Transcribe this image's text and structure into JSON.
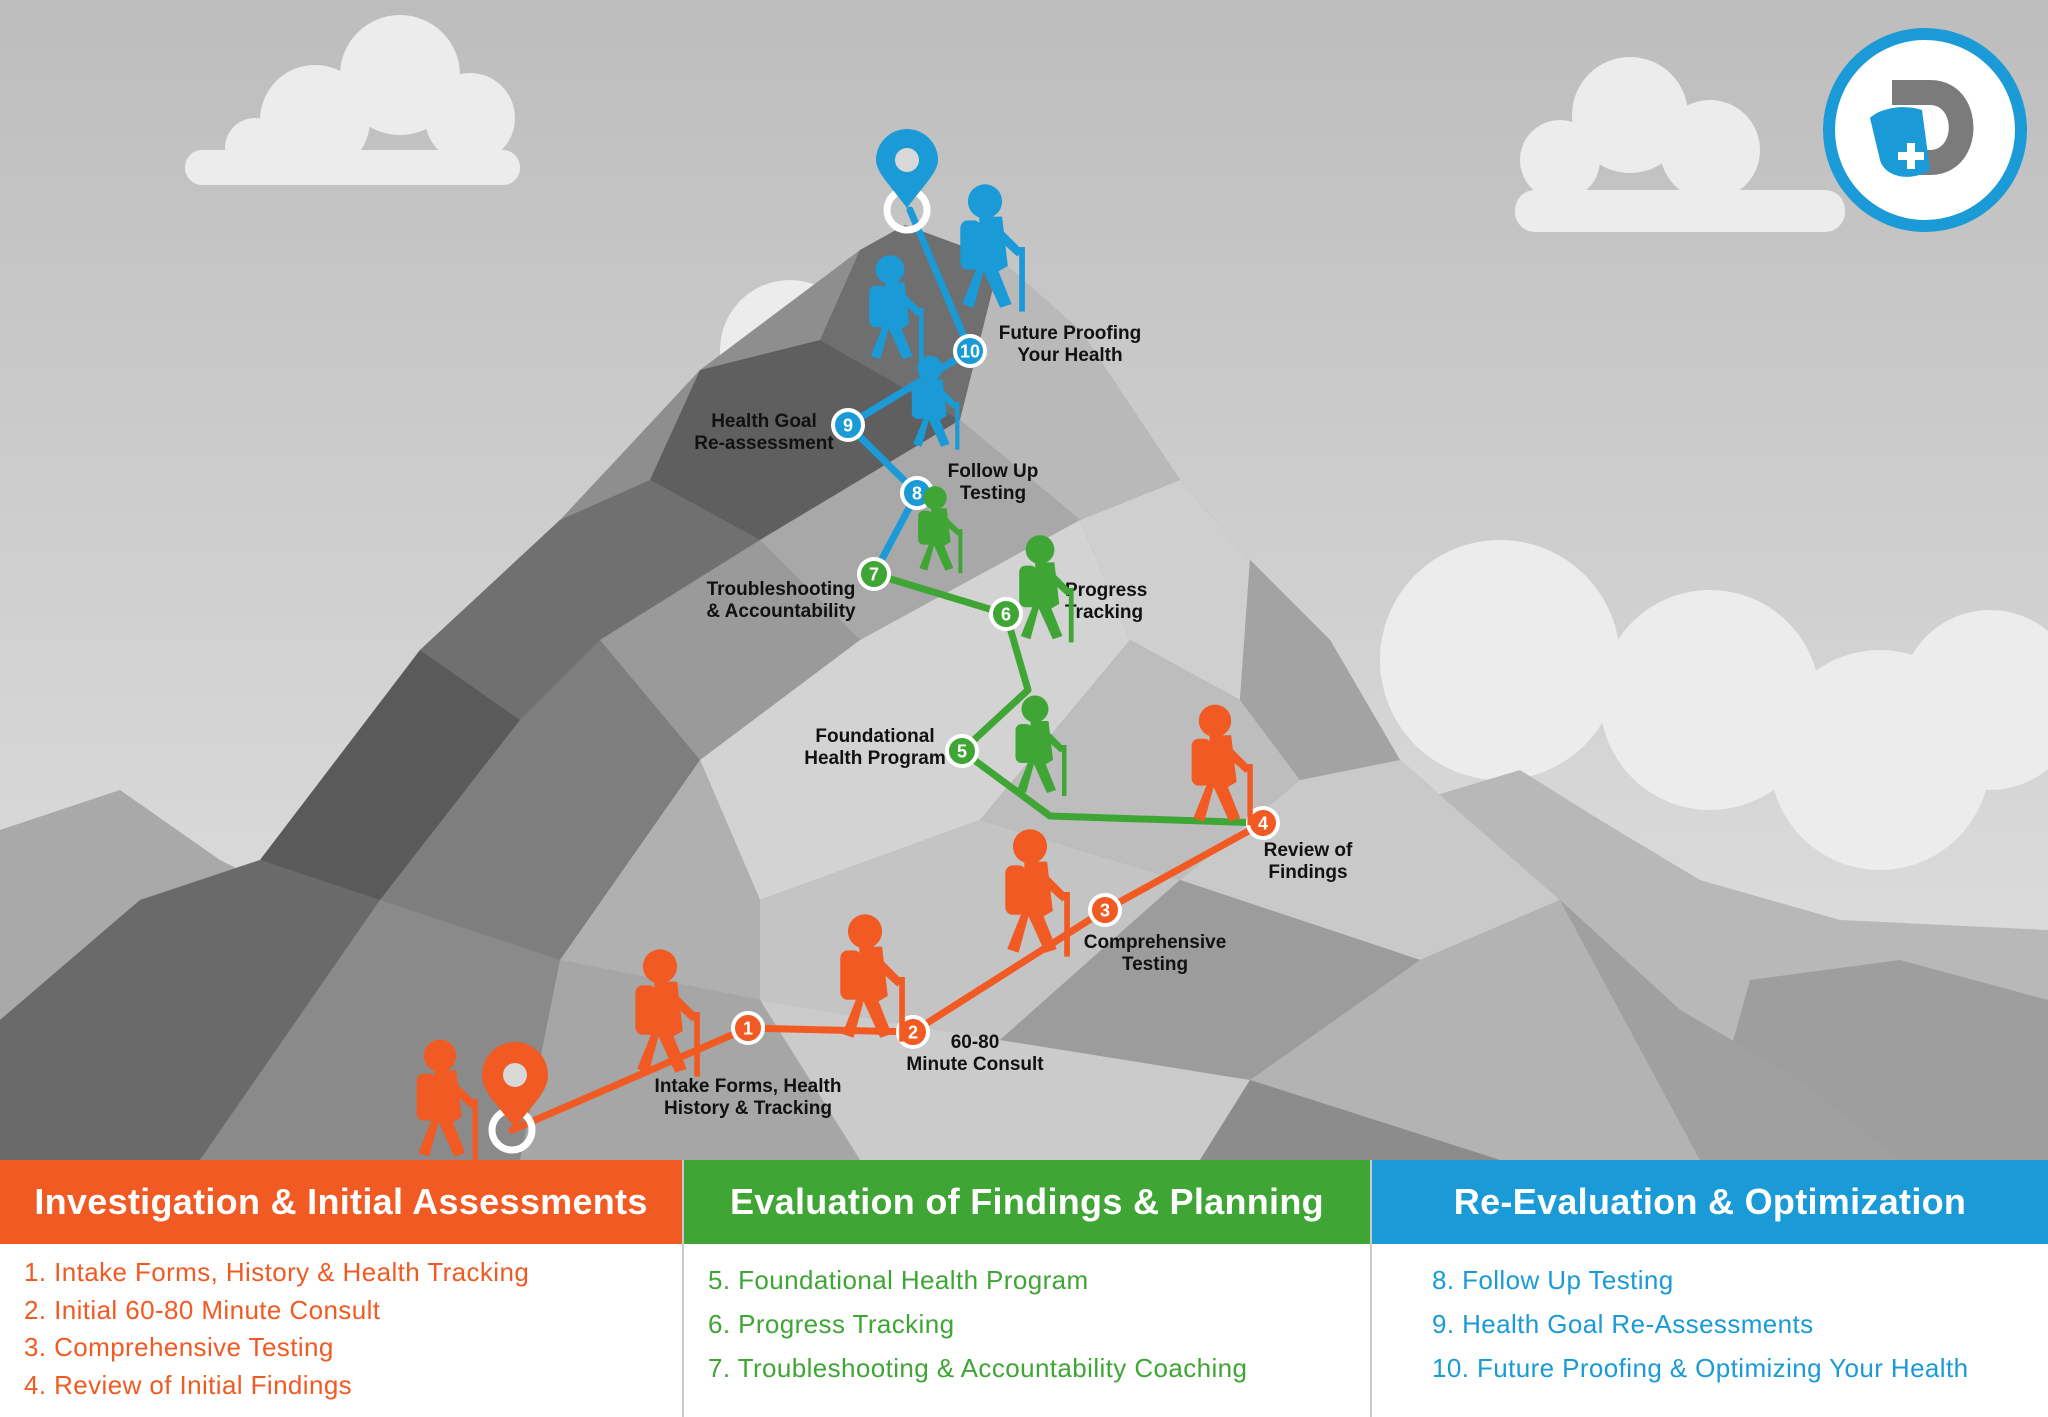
{
  "colors": {
    "orange": "#f15a22",
    "green": "#3fa535",
    "blue": "#1a9ad6",
    "label_text": "#111111"
  },
  "logo": {
    "icon": "d-plus-logo-icon",
    "ring_color": "#1a9ad6"
  },
  "map": {
    "start_pin_icon": "location-pin-icon",
    "summit_pin_icon": "location-pin-icon",
    "hiker_icon": "hiker-icon"
  },
  "steps": [
    {
      "num": "1",
      "phase": "orange",
      "lines": [
        "Intake Forms, Health",
        "History & Tracking"
      ]
    },
    {
      "num": "2",
      "phase": "orange",
      "lines": [
        "60-80",
        "Minute Consult"
      ]
    },
    {
      "num": "3",
      "phase": "orange",
      "lines": [
        "Comprehensive",
        "Testing"
      ]
    },
    {
      "num": "4",
      "phase": "orange",
      "lines": [
        "Review of",
        "Findings"
      ]
    },
    {
      "num": "5",
      "phase": "green",
      "lines": [
        "Foundational",
        "Health Program"
      ]
    },
    {
      "num": "6",
      "phase": "green",
      "lines": [
        "Progress",
        "Tracking"
      ]
    },
    {
      "num": "7",
      "phase": "green",
      "lines": [
        "Troubleshooting",
        "& Accountability"
      ]
    },
    {
      "num": "8",
      "phase": "blue",
      "lines": [
        "Follow Up",
        "Testing"
      ]
    },
    {
      "num": "9",
      "phase": "blue",
      "lines": [
        "Health Goal",
        "Re-assessment"
      ]
    },
    {
      "num": "10",
      "phase": "blue",
      "lines": [
        "Future Proofing",
        "Your Health"
      ]
    }
  ],
  "panels": [
    {
      "title": "Investigation & Initial Assessments",
      "items": [
        "1. Intake Forms, History & Health Tracking",
        "2. Initial 60-80 Minute Consult",
        "3. Comprehensive Testing",
        "4. Review of Initial Findings"
      ]
    },
    {
      "title": "Evaluation of Findings & Planning",
      "items": [
        "5. Foundational Health Program",
        "6. Progress Tracking",
        "7. Troubleshooting & Accountability Coaching"
      ]
    },
    {
      "title": "Re-Evaluation & Optimization",
      "items": [
        "8. Follow Up Testing",
        "9. Health Goal Re-Assessments",
        "10. Future Proofing & Optimizing Your Health"
      ]
    }
  ]
}
